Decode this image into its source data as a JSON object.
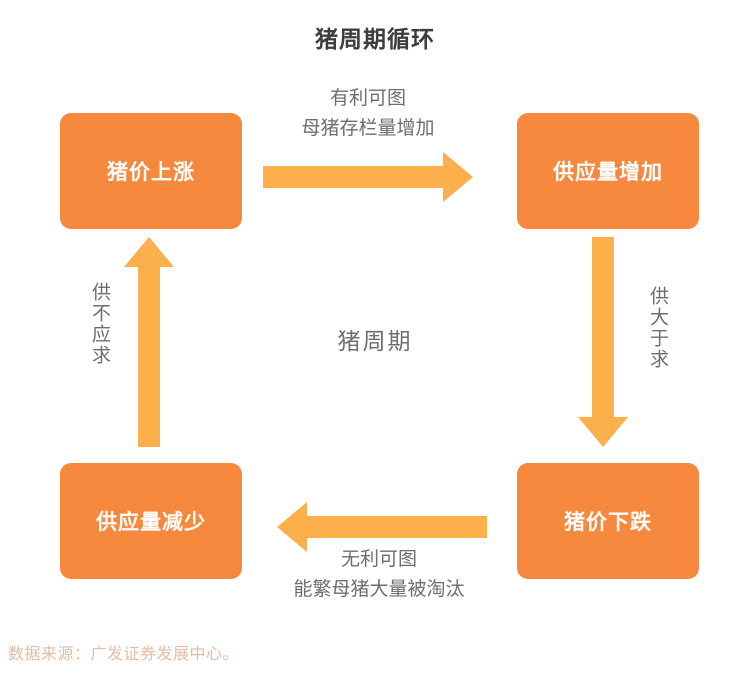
{
  "title": "猪周期循环",
  "center_label": "猪周期",
  "colors": {
    "box_fill": "#f7893f",
    "box_text": "#ffffff",
    "arrow": "#fbb04c",
    "label_text": "#6e6e6e",
    "title_text": "#3d3d3d",
    "footer_text": "#e3bda6",
    "background": "#ffffff"
  },
  "nodes": [
    {
      "id": "pig-price-up",
      "label": "猪价上涨",
      "position": "top-left"
    },
    {
      "id": "supply-increase",
      "label": "供应量增加",
      "position": "top-right"
    },
    {
      "id": "pig-price-down",
      "label": "猪价下跌",
      "position": "bottom-right"
    },
    {
      "id": "supply-decrease",
      "label": "供应量减少",
      "position": "bottom-left"
    }
  ],
  "edges": [
    {
      "id": "top-edge",
      "from": "pig-price-up",
      "to": "supply-increase",
      "direction": "right",
      "label_lines": [
        "有利可图",
        "母猪存栏量增加"
      ]
    },
    {
      "id": "right-edge",
      "from": "supply-increase",
      "to": "pig-price-down",
      "direction": "down",
      "label": "供大于求"
    },
    {
      "id": "bottom-edge",
      "from": "pig-price-down",
      "to": "supply-decrease",
      "direction": "left",
      "label_lines": [
        "无利可图",
        "能繁母猪大量被淘汰"
      ]
    },
    {
      "id": "left-edge",
      "from": "supply-decrease",
      "to": "pig-price-up",
      "direction": "up",
      "label": "供不应求"
    }
  ],
  "footer": "数据来源：广发证券发展中心。"
}
